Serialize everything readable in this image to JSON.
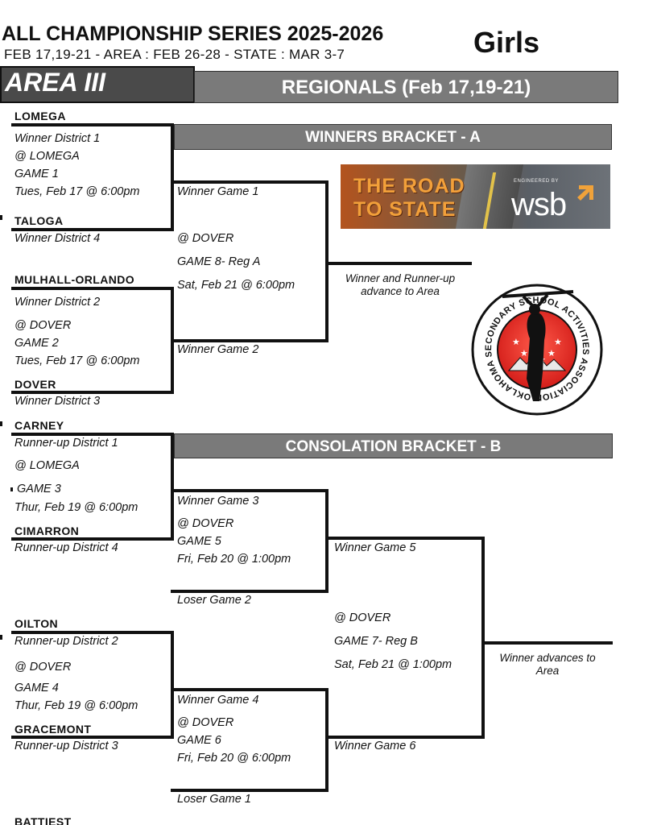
{
  "header": {
    "title": "ALL CHAMPIONSHIP SERIES 2025-2026",
    "dates": "FEB 17,19-21  -  AREA : FEB 26-28  -  STATE : MAR 3-7",
    "division": "Girls"
  },
  "area_label": "AREA III",
  "regionals_banner": "REGIONALS (Feb 17,19-21)",
  "winners_banner": "WINNERS BRACKET - A",
  "consolation_banner": "CONSOLATION BRACKET - B",
  "ad": {
    "line1": "THE ROAD",
    "line2": "TO STATE",
    "sponsor_small": "ENGINEERED BY",
    "sponsor": "wsb"
  },
  "logo": {
    "ring_text": "OKLAHOMA SECONDARY SCHOOL ACTIVITIES ASSOCIATION",
    "accent": "#e32a22"
  },
  "winners": {
    "game1": {
      "team_top": "LOMEGA",
      "top_line1": "Winner District 1",
      "top_line2": "@ LOMEGA",
      "game": "GAME 1",
      "time": "Tues, Feb 17 @ 6:00pm",
      "team_bottom": "TALOGA",
      "bottom_line": "Winner District 4"
    },
    "game2": {
      "team_top": "MULHALL-ORLANDO",
      "top_line1": "Winner District 2",
      "top_line2": "@ DOVER",
      "game": "GAME 2",
      "time": "Tues, Feb 17 @ 6:00pm",
      "team_bottom": "DOVER",
      "bottom_line": "Winner District 3"
    },
    "game8": {
      "from_top": "Winner Game 1",
      "site": "@ DOVER",
      "game": "GAME 8- Reg A",
      "time": "Sat, Feb 21 @ 6:00pm",
      "from_bottom": "Winner Game 2"
    },
    "advance": "Winner and Runner-up advance to Area"
  },
  "consolation": {
    "game3": {
      "team_top": "CARNEY",
      "top_line1": "Runner-up District 1",
      "top_line2": "@ LOMEGA",
      "game": "GAME 3",
      "time": "Thur, Feb 19 @ 6:00pm",
      "team_bottom": "CIMARRON",
      "bottom_line": "Runner-up District 4"
    },
    "game4": {
      "team_top": "OILTON",
      "top_line1": "Runner-up District 2",
      "top_line2": "@ DOVER",
      "game": "GAME 4",
      "time": "Thur, Feb 19 @ 6:00pm",
      "team_bottom": "GRACEMONT",
      "bottom_line": "Runner-up District 3"
    },
    "game5": {
      "from_top": "Winner Game 3",
      "site": "@ DOVER",
      "game": "GAME 5",
      "time": "Fri, Feb 20 @ 1:00pm",
      "from_bottom": "Loser Game 2"
    },
    "game6": {
      "from_top": "Winner Game 4",
      "site": "@ DOVER",
      "game": "GAME 6",
      "time": "Fri, Feb 20 @ 6:00pm",
      "from_bottom": "Loser Game 1"
    },
    "game7": {
      "from_top": "Winner Game 5",
      "site": "@ DOVER",
      "game": "GAME 7- Reg B",
      "time": "Sat, Feb 21 @ 1:00pm",
      "from_bottom": "Winner Game 6"
    },
    "advance": "Winner advances to Area"
  },
  "cutoff_team": "BATTIEST"
}
